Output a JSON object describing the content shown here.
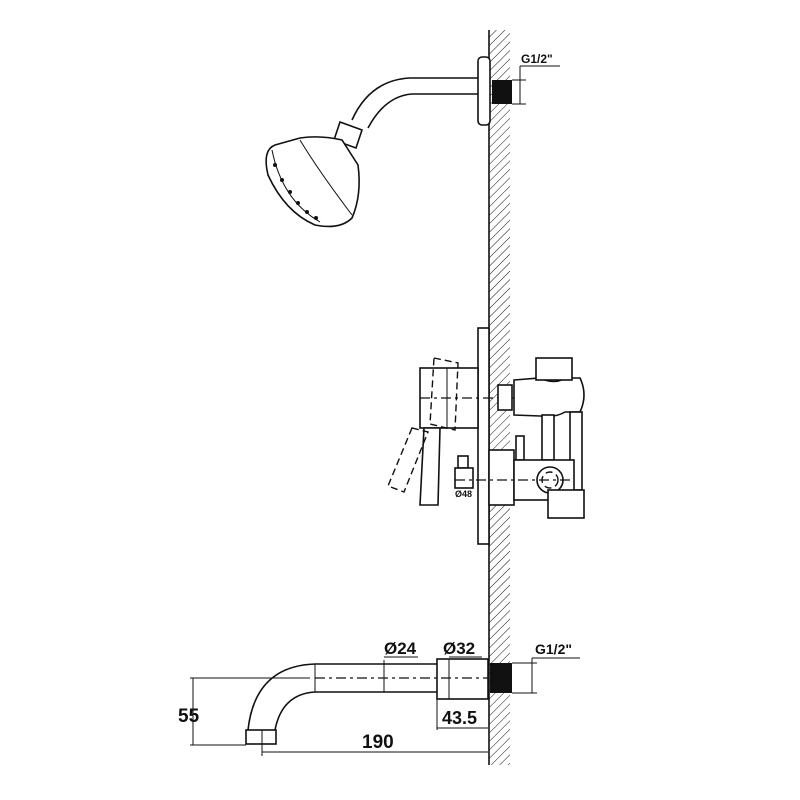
{
  "drawing": {
    "shower_arm": {
      "thread_label": "G1/2\""
    },
    "mixer": {
      "diameter_label": "Ø48"
    },
    "spout": {
      "pipe_diameter_label": "Ø24",
      "escutcheon_diameter_label": "Ø32",
      "thread_label": "G1/2\"",
      "height_label": "55",
      "escutcheon_length_label": "43.5",
      "projection_label": "190"
    }
  }
}
